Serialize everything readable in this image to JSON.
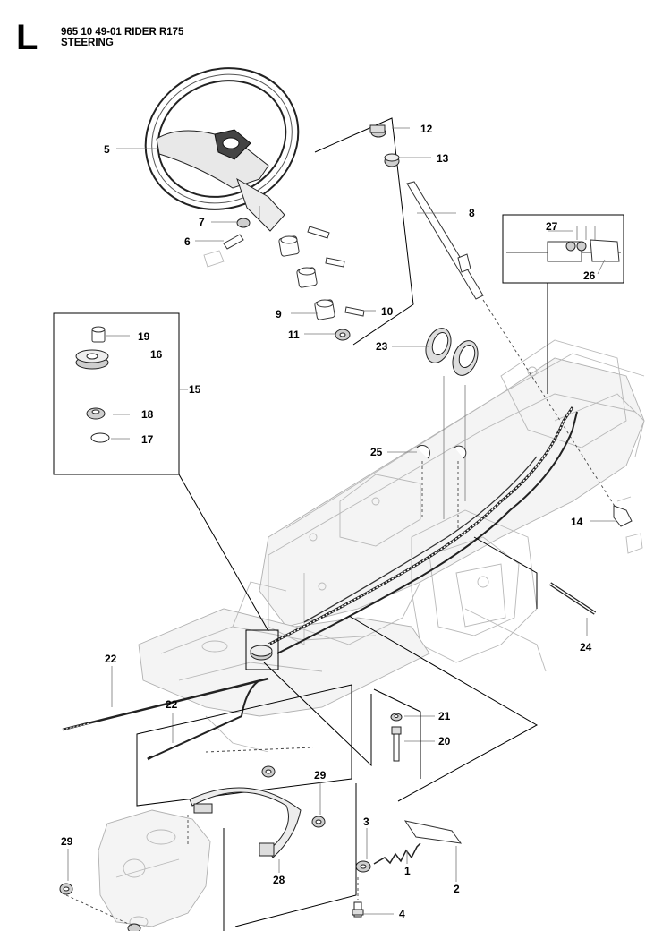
{
  "header": {
    "section_letter": "L",
    "model_line": "965 10 49-01 RIDER R175",
    "section_title": "STEERING"
  },
  "callouts": {
    "p1": "1",
    "p2": "2",
    "p3": "3",
    "p4": "4",
    "p5": "5",
    "p6": "6",
    "p7": "7",
    "p8": "8",
    "p9": "9",
    "p10": "10",
    "p11": "11",
    "p12": "12",
    "p13": "13",
    "p14": "14",
    "p15": "15",
    "p16": "16",
    "p17": "17",
    "p18": "18",
    "p19": "19",
    "p20": "20",
    "p21": "21",
    "p22a": "22",
    "p22b": "22",
    "p23": "23",
    "p24": "24",
    "p25": "25",
    "p26": "26",
    "p27": "27",
    "p28": "28",
    "p29a": "29",
    "p29b": "29"
  }
}
